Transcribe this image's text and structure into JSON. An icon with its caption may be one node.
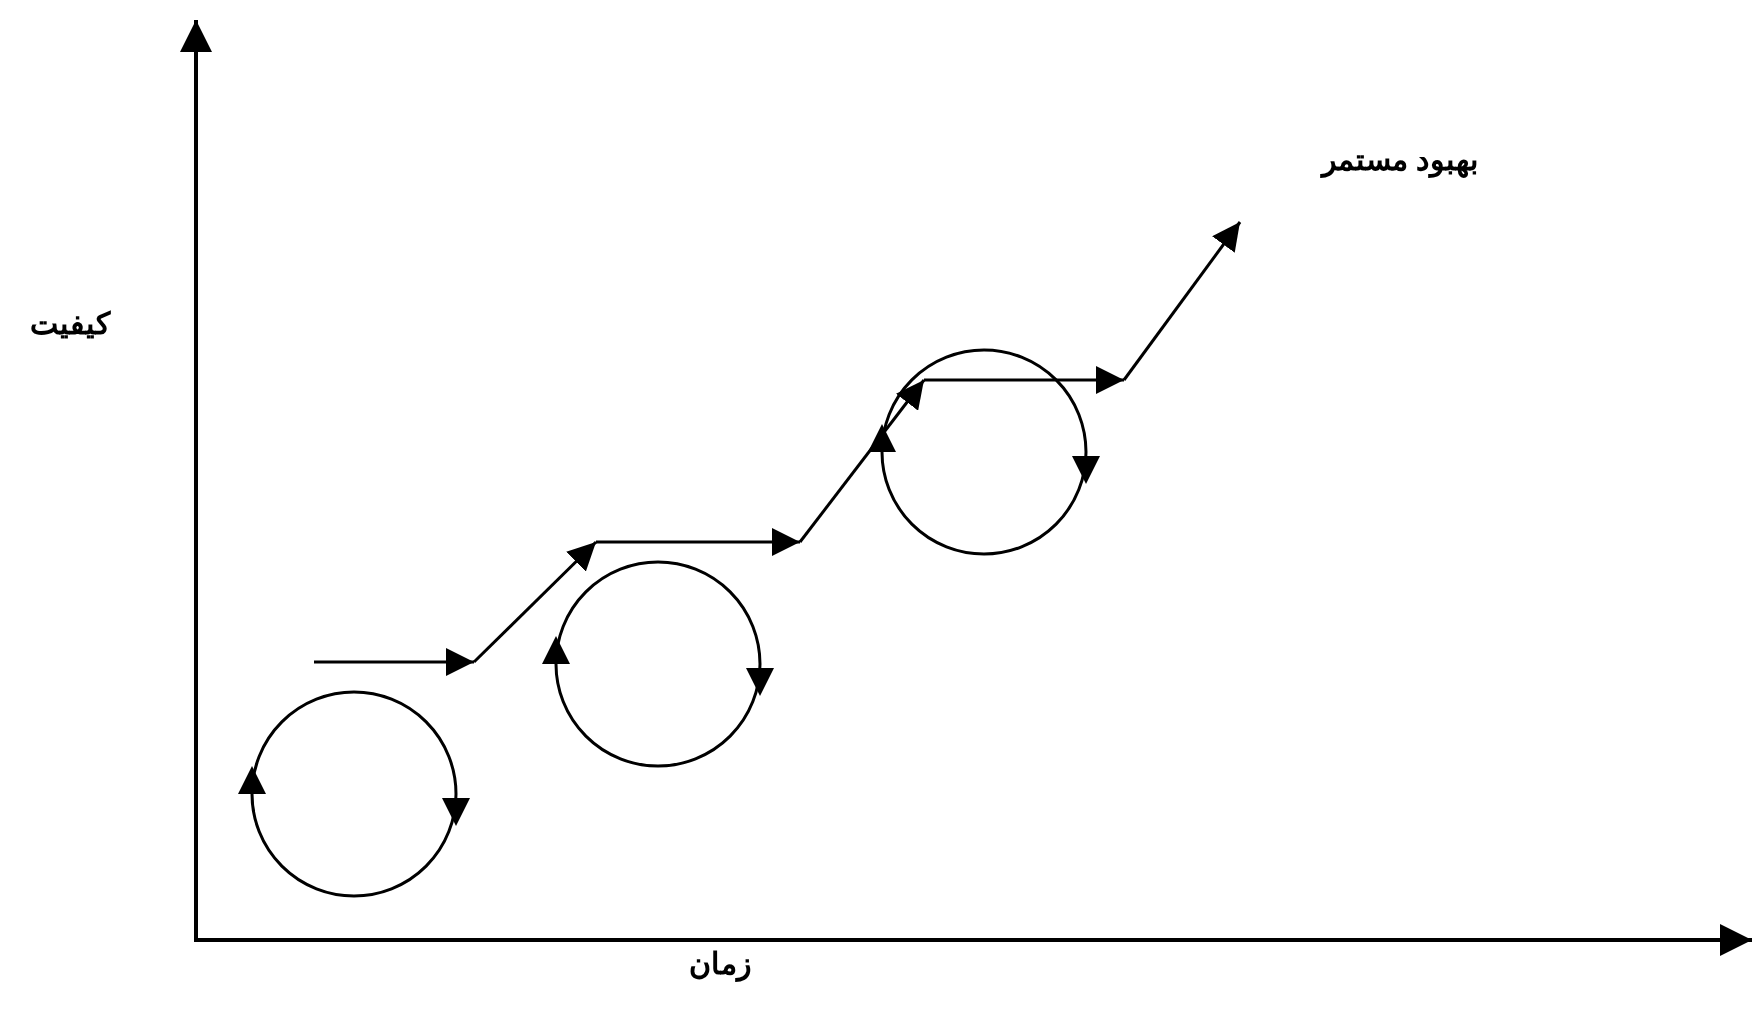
{
  "diagram": {
    "labels": [
      "بهبود مستمر",
      "کیفیت",
      "زمان"
    ]
  }
}
